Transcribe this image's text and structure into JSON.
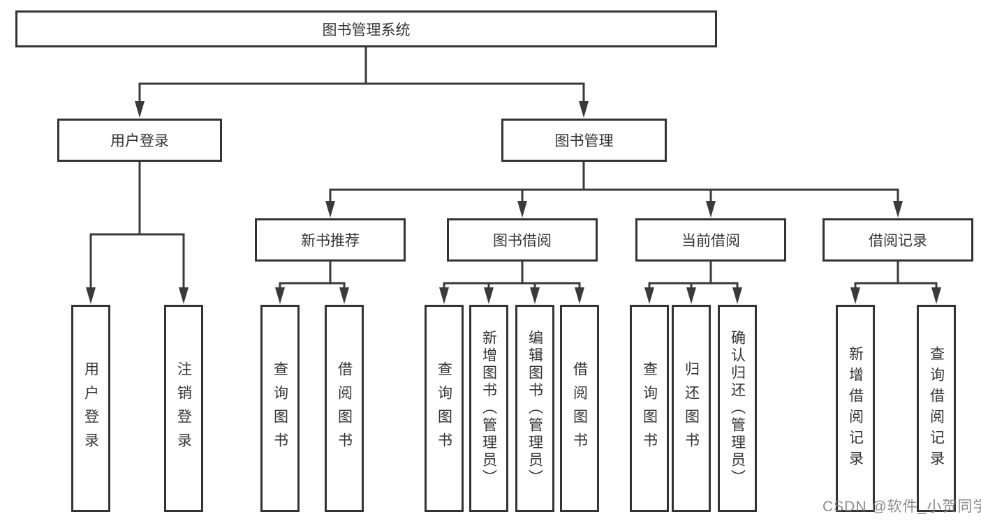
{
  "title": {
    "label": "图书管理系统"
  },
  "level2": [
    {
      "label": "用户登录"
    },
    {
      "label": "图书管理"
    }
  ],
  "level3": [
    {
      "label": "新书推荐"
    },
    {
      "label": "图书借阅"
    },
    {
      "label": "当前借阅"
    },
    {
      "label": "借阅记录"
    }
  ],
  "leaves": {
    "login": [
      {
        "label": "用户登录"
      },
      {
        "label": "注销登录"
      }
    ],
    "recommend": [
      {
        "label": "查询图书"
      },
      {
        "label": "借阅图书"
      }
    ],
    "borrow": [
      {
        "label": "查询图书"
      },
      {
        "label": "新增图书（管理员）"
      },
      {
        "label": "编辑图书（管理员）"
      },
      {
        "label": "借阅图书"
      }
    ],
    "current": [
      {
        "label": "查询图书"
      },
      {
        "label": "归还图书"
      },
      {
        "label": "确认归还（管理员）"
      }
    ],
    "records": [
      {
        "label": "新增借阅记录"
      },
      {
        "label": "查询借阅记录"
      }
    ]
  },
  "watermark": {
    "text": "CSDN @软件_小贺同学"
  },
  "colors": {
    "line": "#3a3a3a",
    "box_border": "#333333",
    "text": "#333333",
    "watermark": "#828282",
    "background": "#ffffff"
  }
}
